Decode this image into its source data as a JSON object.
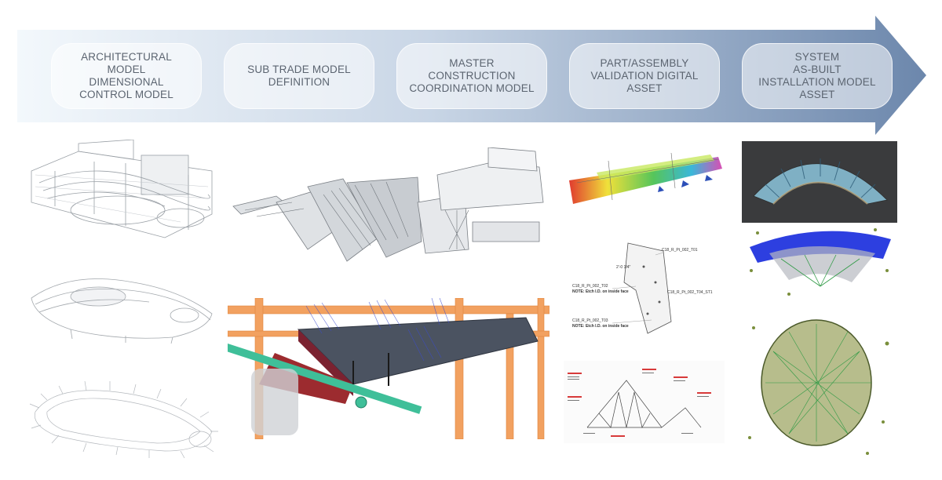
{
  "stages": [
    {
      "label": "ARCHITECTURAL\nMODEL\nDIMENSIONAL\nCONTROL MODEL"
    },
    {
      "label": "SUB TRADE MODEL\nDEFINITION"
    },
    {
      "label": "MASTER\nCONSTRUCTION\nCOORDINATION MODEL"
    },
    {
      "label": "PART/ASSEMBLY\nVALIDATION DIGITAL\nASSET"
    },
    {
      "label": "SYSTEM\nAS-BUILT\nINSTALLATION MODEL\nASSET"
    }
  ],
  "part_drawing": {
    "tag_1": "C18_R_Pt_002_T01",
    "tag_2": "C18_R_Pt_002_T02",
    "tag_3": "C18_R_Pt_002_T04_ST1",
    "tag_4": "C18_R_Pt_002_T03",
    "dim": "2'-0 3/4\"",
    "note_1": "NOTE: Etch I.D. on inside face",
    "note_2": "NOTE: Etch I.D. on inside face"
  },
  "colors": {
    "arrow_start": "#f1f6fb",
    "arrow_end": "#6f89ad",
    "stage_text": "#5b6470"
  }
}
